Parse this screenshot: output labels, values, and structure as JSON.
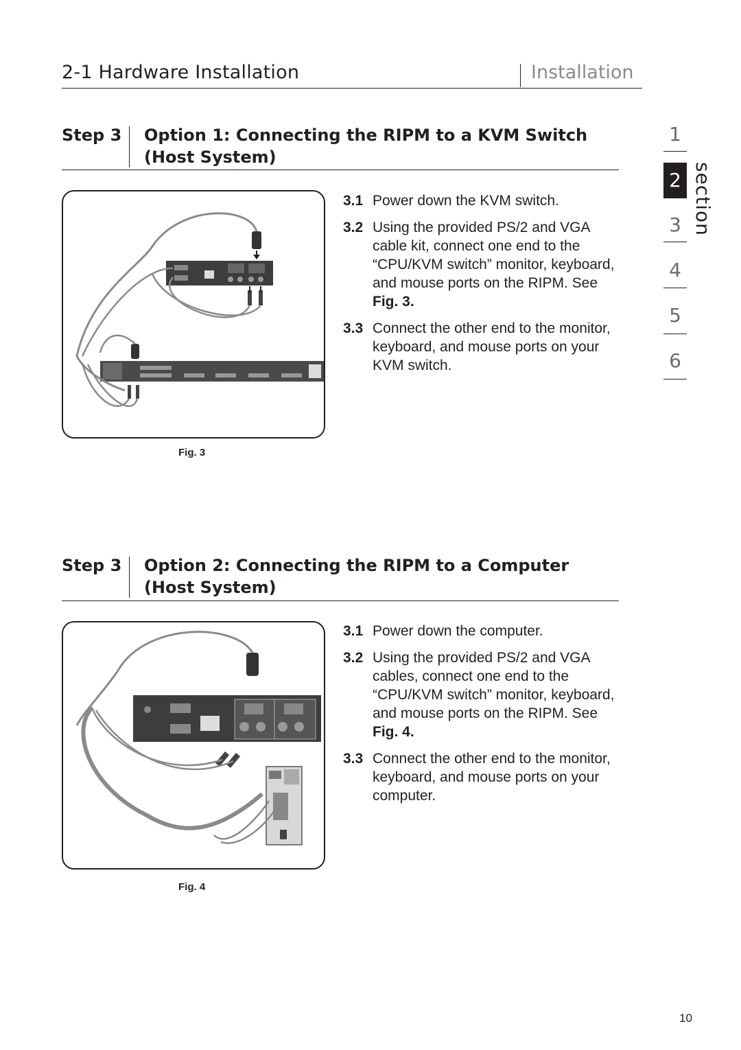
{
  "header": {
    "title": "2-1 Hardware Installation",
    "section_label": "Installation"
  },
  "option1": {
    "step": "Step 3",
    "title_line1": "Option 1: Connecting the RIPM to a KVM Switch",
    "title_line2": "(Host System)",
    "figure_caption": "Fig. 3",
    "items": [
      {
        "num": "3.1",
        "text": "Power down the KVM switch."
      },
      {
        "num": "3.2",
        "text": "Using the provided PS/2 and VGA cable kit, connect one end to the “CPU/KVM switch” monitor, keyboard, and mouse ports on the RIPM. See ",
        "ref": "Fig. 3."
      },
      {
        "num": "3.3",
        "text": "Connect the other end to the monitor, keyboard, and mouse ports on your KVM switch."
      }
    ]
  },
  "option2": {
    "step": "Step 3",
    "title_line1": "Option 2: Connecting the RIPM to a Computer",
    "title_line2": "(Host System)",
    "figure_caption": "Fig. 4",
    "items": [
      {
        "num": "3.1",
        "text": "Power down the computer."
      },
      {
        "num": "3.2",
        "text": "Using the provided PS/2 and VGA cables, connect one end to the “CPU/KVM switch” monitor, keyboard, and mouse ports on the RIPM. See ",
        "ref": "Fig. 4."
      },
      {
        "num": "3.3",
        "text": "Connect the other end to the monitor, keyboard, and mouse ports on your computer."
      }
    ]
  },
  "section_nav": {
    "numbers": [
      "1",
      "2",
      "3",
      "4",
      "5",
      "6"
    ],
    "active": "2",
    "word": "section"
  },
  "page_number": "10"
}
